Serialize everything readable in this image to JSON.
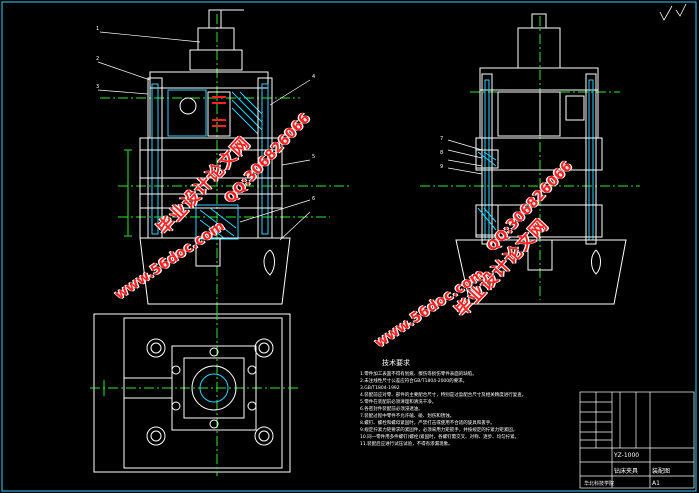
{
  "drawing": {
    "requirements_title": "技术要求",
    "requirements_lines": [
      "1.零件加工表面不得有划痕、擦伤等损伤零件表面的缺陷。",
      "2.未注线性尺寸公差应符合GB/T1804-2000的要求。",
      "3.GB/T1804-1992",
      "4.装配前应对零、部件的主要配合尺寸，特别是过盈配合尺寸及相关精度进行复查。",
      "5.零件在装配前必须清理和清洗干净。",
      "6.各密封件装配前必须浸透油。",
      "7.装配过程中零件不允许磕、碰、划伤和锈蚀。",
      "8.螺钉、螺栓和螺母紧固时，严禁打击或使用不合适的旋具和扳手。",
      "9.规定拧紧力矩要求的紧固件，必须采用力矩扳手，并按规定的拧紧力矩紧固。",
      "10.同一零件用多件螺钉(螺栓)紧固时，各螺钉需交叉、对称、逐步、均匀拧紧。",
      "11.装配后应进行试压试验，不得有渗漏现象。"
    ],
    "title_block": {
      "model": "YZ-1000",
      "name": "钻床夹具",
      "subtitle": "装配图",
      "school": "华北科技学院",
      "sheet": "A1"
    },
    "watermarks": {
      "site_cn": "毕业设计论文网",
      "url": "www.56doc.com",
      "qq": "QQ:306826066"
    },
    "part_callouts": [
      "1",
      "2",
      "3",
      "4",
      "5",
      "6",
      "7",
      "8",
      "9"
    ],
    "roughness_mark": "✓"
  },
  "colors": {
    "background": "#000000",
    "outline": "#ffffff",
    "section": "#2bd4ff",
    "centerline": "#2ee82e",
    "leader": "#ffffff",
    "watermark": "#ff2020",
    "accent_red": "#ff2020",
    "frame": "#2bd4ff"
  }
}
